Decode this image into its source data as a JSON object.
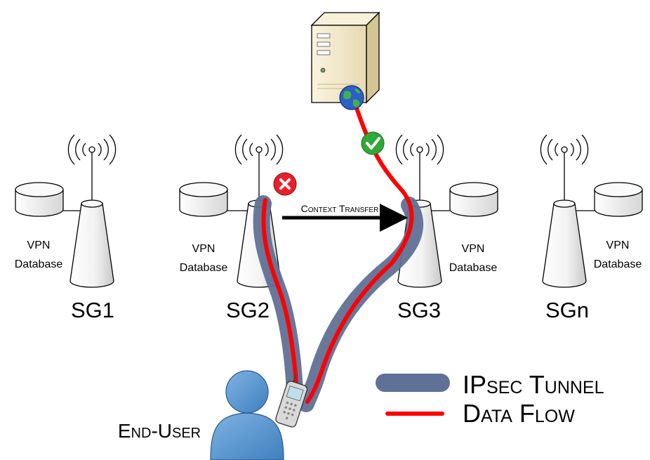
{
  "stations": [
    {
      "name": "SG1",
      "db_line1": "VPN",
      "db_line2": "Database"
    },
    {
      "name": "SG2",
      "db_line1": "VPN",
      "db_line2": "Database"
    },
    {
      "name": "SG3",
      "db_line1": "VPN",
      "db_line2": "Database"
    },
    {
      "name": "SGn",
      "db_line1": "VPN",
      "db_line2": "Database"
    }
  ],
  "context_transfer_label": "Context Transfer",
  "end_user_label": "End-User",
  "legend": {
    "tunnel_label": "IPsec Tunnel",
    "flow_label": "Data Flow"
  },
  "colors": {
    "tunnel": "#5f7196",
    "data_flow": "#ff0000",
    "error_badge": "#e8202a",
    "ok_badge": "#2fa838",
    "user": "#5b9bd5"
  },
  "icons": {
    "server": "server-icon",
    "globe": "globe-icon",
    "error": "x-circle-icon",
    "ok": "check-circle-icon",
    "user": "user-icon",
    "phone": "mobile-phone-icon"
  }
}
